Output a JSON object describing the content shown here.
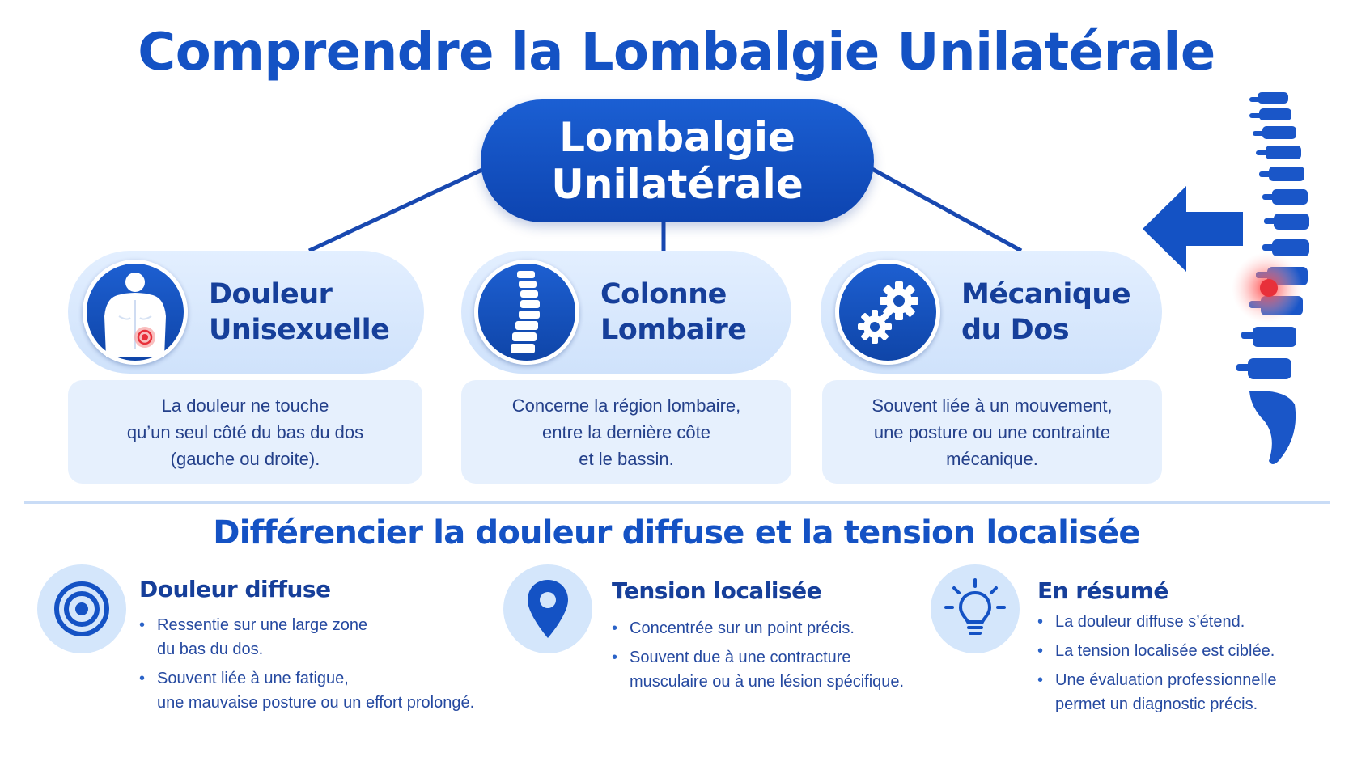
{
  "title": "Comprendre la Lombalgie Unilatérale",
  "central": {
    "line1": "Lombalgie",
    "line2": "Unilatérale"
  },
  "topics": [
    {
      "icon": "torso-pain-icon",
      "title_line1": "Douleur",
      "title_line2": "Unisexuelle",
      "desc": [
        "La douleur ne touche",
        "qu’un seul côté du bas du dos",
        "(gauche ou droite)."
      ]
    },
    {
      "icon": "spine-icon",
      "title_line1": "Colonne",
      "title_line2": "Lombaire",
      "desc": [
        "Concerne la région lombaire,",
        "entre la dernière côte",
        "et le bassin."
      ]
    },
    {
      "icon": "gears-icon",
      "title_line1": "Mécanique",
      "title_line2": "du  Dos",
      "desc": [
        "Souvent liée à un mouvement,",
        "une posture ou une contrainte",
        "mécanique."
      ]
    }
  ],
  "section_title": "Différencier la douleur diffuse et la tension localisée",
  "blocks": [
    {
      "icon": "target-icon",
      "title": "Douleur diffuse",
      "items": [
        [
          "Ressentie sur une large zone",
          "du bas du dos."
        ],
        [
          "Souvent liée à une fatigue,",
          "une mauvaise posture ou un effort prolongé."
        ]
      ]
    },
    {
      "icon": "location-pin-icon",
      "title": "Tension localisée",
      "items": [
        [
          "Concentrée sur un point précis."
        ],
        [
          "Souvent due à une contracture",
          "musculaire ou à une lésion spécifique."
        ]
      ]
    },
    {
      "icon": "lightbulb-icon",
      "title": "En résumé",
      "items": [
        [
          "La douleur diffuse s’étend."
        ],
        [
          "La tension localisée est ciblée."
        ],
        [
          "Une évaluation professionnelle",
          "permet un diagnostic précis."
        ]
      ]
    }
  ],
  "colors": {
    "primary": "#1452c4",
    "dark_text": "#163f9a",
    "pill_bg": "#d9e8fc",
    "pain_red": "#e8303a"
  }
}
